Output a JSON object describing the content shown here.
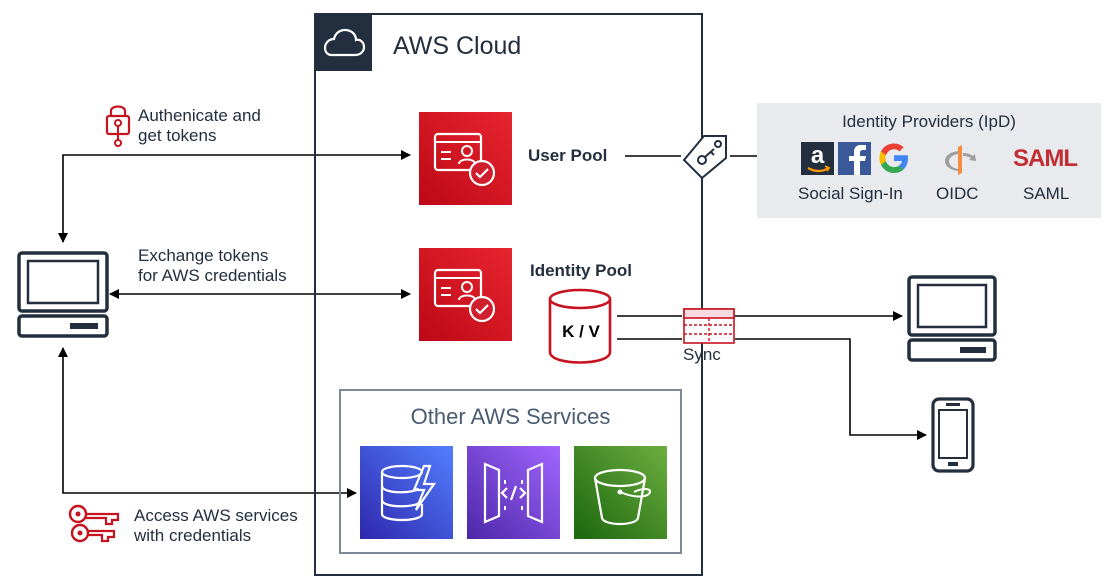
{
  "cloud": {
    "title": "AWS Cloud"
  },
  "labels": {
    "authenticate": "Authenicate and\nget tokens",
    "authenticate_line1": "Authenicate and",
    "authenticate_line2": "get tokens",
    "exchange_line1": "Exchange tokens",
    "exchange_line2": "for AWS credentials",
    "access_line1": "Access AWS services",
    "access_line2": "with credentials",
    "user_pool": "User Pool",
    "identity_pool": "Identity Pool",
    "kv": "K / V",
    "sync": "Sync"
  },
  "other_services": {
    "title": "Other AWS Services"
  },
  "identity_providers": {
    "title": "Identity Providers (IpD)",
    "social": "Social Sign-In",
    "oidc": "OIDC",
    "saml": "SAML",
    "saml_logo": "SAML",
    "amazon_logo": "a"
  },
  "colors": {
    "cognito": "#dd344c",
    "dynamodb": "#3f48cc",
    "api_gateway": "#8c4fff",
    "s3": "#3f8624",
    "ink": "#232f3e",
    "red_icon": "#c7131f"
  }
}
